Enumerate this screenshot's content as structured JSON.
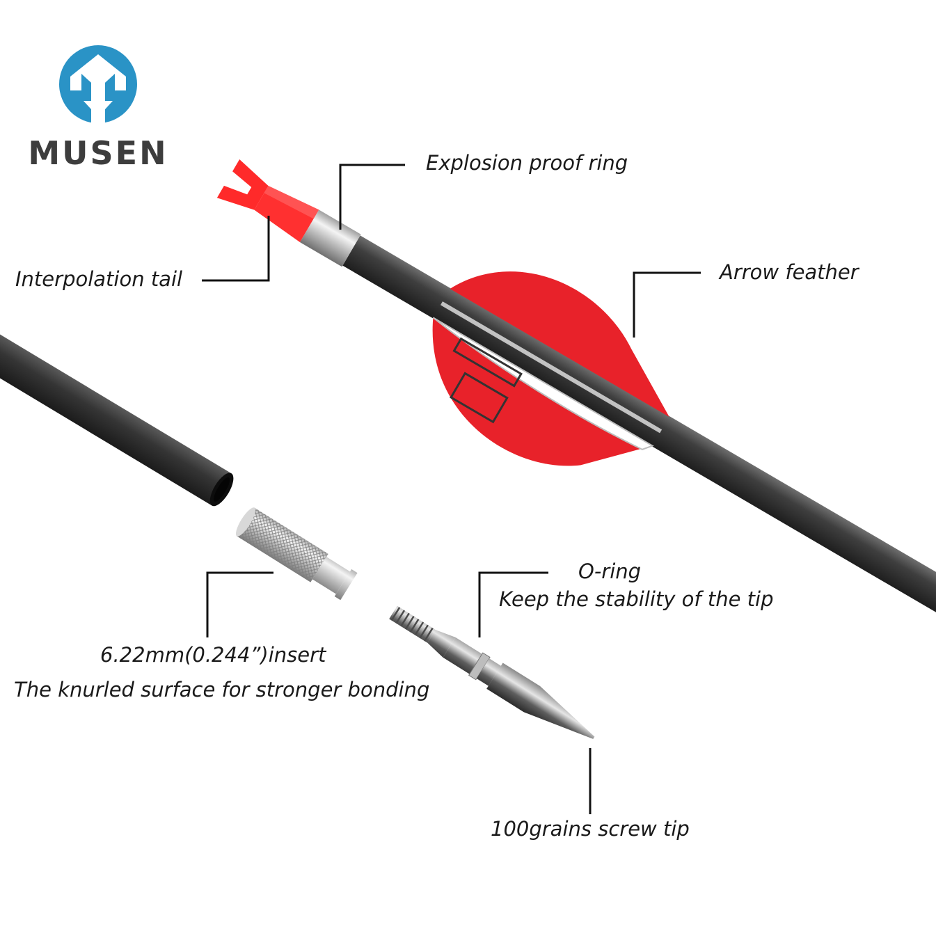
{
  "brand": {
    "name": "MUSEN",
    "logo_color": "#2a93c6",
    "text_color": "#3d3d3d"
  },
  "callouts": {
    "explosion_proof_ring": "Explosion proof ring",
    "interpolation_tail": "Interpolation tail",
    "arrow_feather": "Arrow feather",
    "o_ring_title": "O-ring",
    "o_ring_desc": "Keep the stability of the tip",
    "insert_title": "6.22mm(0.244”)insert",
    "insert_desc": "The knurled surface for stronger bonding",
    "screw_tip": "100grains screw tip"
  },
  "colors": {
    "shaft": "#3a3a3a",
    "vane": "#e8222a",
    "nock": "#ff3030",
    "metal": "#c9c9c9"
  },
  "icons": {
    "logo": "musen-logo-icon",
    "arrow": "arrow-shaft-icon",
    "tip": "screw-tip-icon",
    "insert": "insert-icon"
  }
}
